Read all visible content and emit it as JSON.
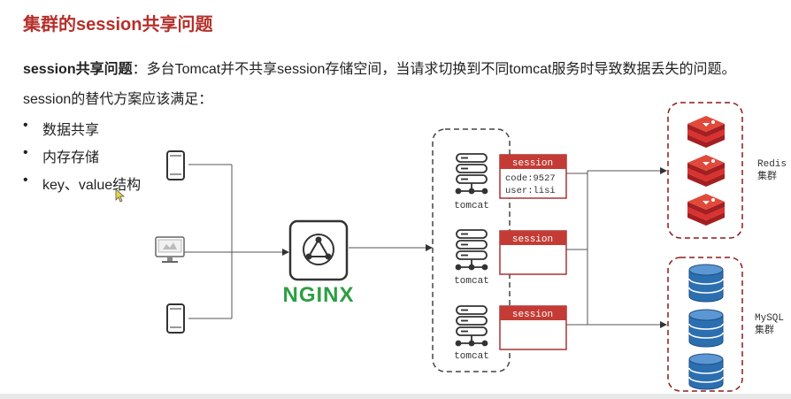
{
  "title": "集群的session共享问题",
  "problem": {
    "label": "session共享问题",
    "colon": "：",
    "text": "多台Tomcat并不共享session存储空间，当请求切换到不同tomcat服务时导致数据丢失的问题。"
  },
  "requirement_intro": "session的替代方案应该满足：",
  "requirements": [
    "数据共享",
    "内存存储",
    "key、value结构"
  ],
  "nginx_label": "NGINX",
  "tomcats": [
    {
      "label": "tomcat",
      "session_title": "session",
      "session_lines": [
        "code:9527",
        "user:lisi"
      ]
    },
    {
      "label": "tomcat",
      "session_title": "session",
      "session_lines": []
    },
    {
      "label": "tomcat",
      "session_title": "session",
      "session_lines": []
    }
  ],
  "redis_label": [
    "Redis",
    "集群"
  ],
  "mysql_label": [
    "MySQL",
    "集群"
  ],
  "colors": {
    "accent_red": "#b5302b",
    "nginx_green": "#2e9e44",
    "redis_red": "#d9322f",
    "mysql_blue": "#2c6fb1"
  },
  "icons": [
    "phone-icon",
    "desktop-icon",
    "phone-icon",
    "nginx-icon",
    "server-icon",
    "redis-icon",
    "database-icon"
  ]
}
